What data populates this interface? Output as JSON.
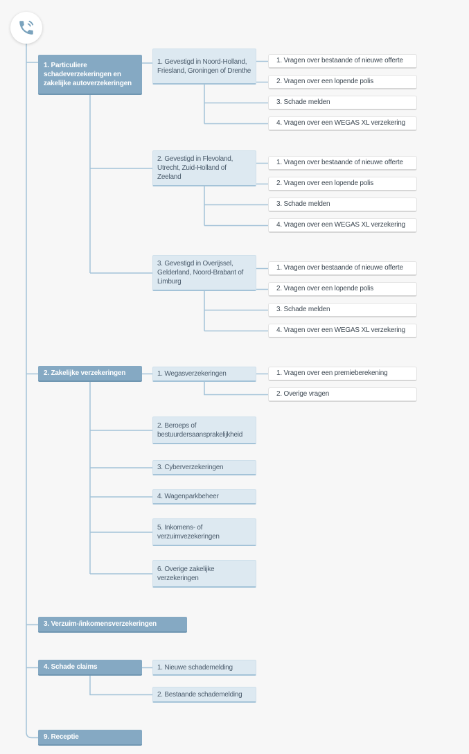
{
  "colors": {
    "background": "#f7f7f7",
    "level1_bg": "#85a9c3",
    "level1_text": "#ffffff",
    "level2_bg": "#dde9f1",
    "level2_text": "#4a5b6b",
    "level3_bg": "#ffffff",
    "level3_text": "#3d4852",
    "connector": "#a4c3d8",
    "icon": "#7ba3bd"
  },
  "root": {
    "icon": "phone-icon"
  },
  "menu": [
    {
      "label": "1. Particuliere schadeverzekeringen en zakelijke autoverzekeringen",
      "children": [
        {
          "label": "1. Gevestigd in Noord-Holland, Friesland, Groningen of Drenthe",
          "children": [
            {
              "label": "1. Vragen over bestaande of nieuwe offerte"
            },
            {
              "label": "2. Vragen over een lopende polis"
            },
            {
              "label": "3. Schade melden"
            },
            {
              "label": "4. Vragen over een WEGAS XL verzekering"
            }
          ]
        },
        {
          "label": "2. Gevestigd in Flevoland, Utrecht, Zuid-Holland of Zeeland",
          "children": [
            {
              "label": "1. Vragen over bestaande of nieuwe offerte"
            },
            {
              "label": "2. Vragen over een lopende polis"
            },
            {
              "label": "3. Schade melden"
            },
            {
              "label": "4. Vragen over een WEGAS XL verzekering"
            }
          ]
        },
        {
          "label": "3. Gevestigd in Overijssel, Gelderland, Noord-Brabant of Limburg",
          "children": [
            {
              "label": "1. Vragen over bestaande of nieuwe offerte"
            },
            {
              "label": "2. Vragen over een lopende polis"
            },
            {
              "label": "3. Schade melden"
            },
            {
              "label": "4. Vragen over een WEGAS XL verzekering"
            }
          ]
        }
      ]
    },
    {
      "label": "2. Zakelijke verzekeringen",
      "children": [
        {
          "label": "1. Wegasverzekeringen",
          "children": [
            {
              "label": "1. Vragen over een premieberekening"
            },
            {
              "label": "2. Overige vragen"
            }
          ]
        },
        {
          "label": "2. Beroeps of bestuurdersaansprakelijkheid"
        },
        {
          "label": "3. Cyberverzekeringen"
        },
        {
          "label": "4. Wagenparkbeheer"
        },
        {
          "label": "5. Inkomens- of verzuimvezekeringen"
        },
        {
          "label": "6. Overige zakelijke verzekeringen"
        }
      ]
    },
    {
      "label": "3. Verzuim-/inkomensverzekeringen"
    },
    {
      "label": "4. Schade claims",
      "children": [
        {
          "label": "1. Nieuwe schademelding"
        },
        {
          "label": "2. Bestaande schademelding"
        }
      ]
    },
    {
      "label": "9. Receptie"
    }
  ]
}
